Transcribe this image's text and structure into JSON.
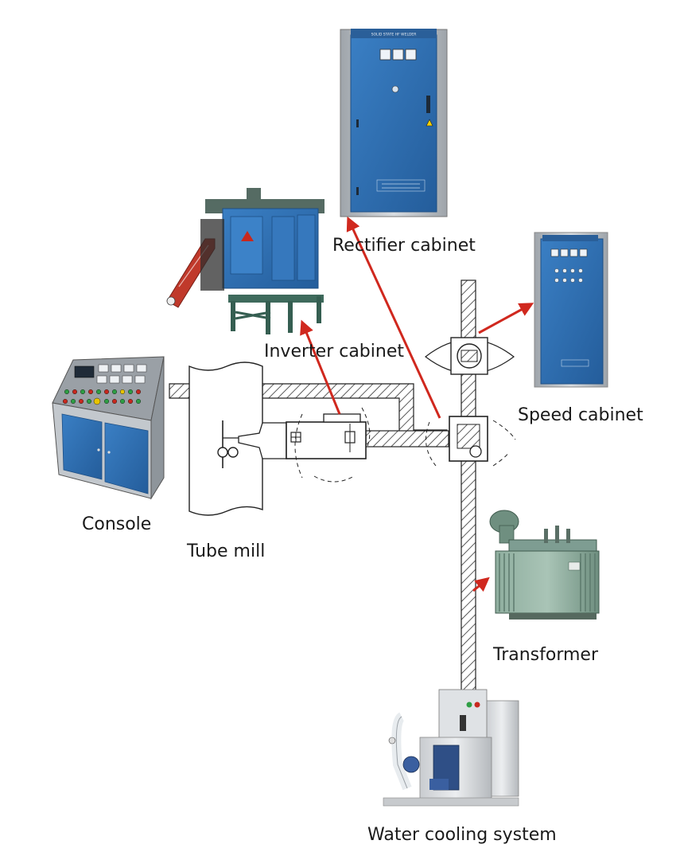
{
  "labels": {
    "rectifier": "Rectifier cabinet",
    "inverter": "Inverter cabinet",
    "speed": "Speed cabinet",
    "console": "Console",
    "tube_mill": "Tube mill",
    "transformer": "Transformer",
    "water_cooling": "Water cooling system"
  },
  "nameplates": {
    "rectifier_top": "SOLID STATE HF WELDER"
  },
  "icons": {
    "inverter_logo": "brand-logo-icon",
    "warning": "warning-icon"
  },
  "colors": {
    "arrow": "#d0281e",
    "cabinet_blue": "#2f6fb3",
    "cabinet_frame": "#b9bec4",
    "transformer": "#7e9d92",
    "hatch": "#444444"
  }
}
